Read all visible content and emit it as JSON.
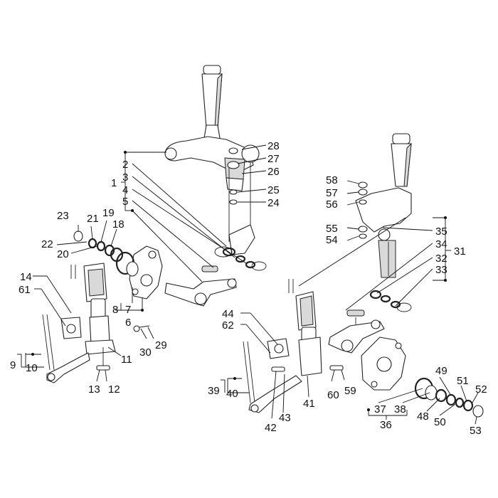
{
  "callouts": [
    "1",
    "2",
    "3",
    "4",
    "5",
    "6",
    "7",
    "8",
    "9",
    "10",
    "11",
    "12",
    "13",
    "14",
    "18",
    "19",
    "20",
    "21",
    "22",
    "23",
    "24",
    "25",
    "26",
    "27",
    "28",
    "29",
    "30",
    "31",
    "32",
    "33",
    "34",
    "35",
    "36",
    "37",
    "38",
    "39",
    "40",
    "41",
    "42",
    "43",
    "44",
    "48",
    "49",
    "50",
    "51",
    "52",
    "53",
    "54",
    "55",
    "56",
    "57",
    "58",
    "59",
    "60",
    "61",
    "62"
  ]
}
